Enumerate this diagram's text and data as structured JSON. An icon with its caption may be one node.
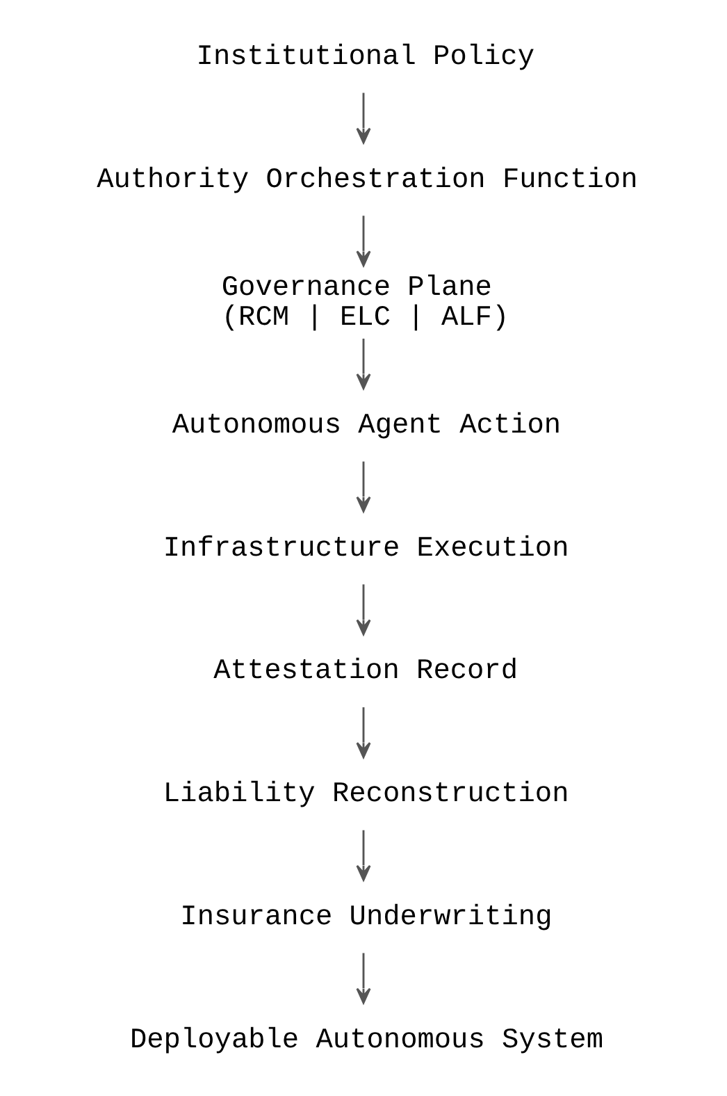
{
  "diagram": {
    "nodes": [
      {
        "text": [
          "Institutional Policy"
        ]
      },
      {
        "text": [
          "Authority Orchestration Function"
        ]
      },
      {
        "text": [
          "Governance Plane",
          "(RCM | ELC | ALF)"
        ]
      },
      {
        "text": [
          "Autonomous Agent Action"
        ]
      },
      {
        "text": [
          "Infrastructure Execution"
        ]
      },
      {
        "text": [
          "Attestation Record"
        ]
      },
      {
        "text": [
          "Liability Reconstruction"
        ]
      },
      {
        "text": [
          "Insurance Underwriting"
        ]
      },
      {
        "text": [
          "Deployable Autonomous System"
        ]
      }
    ],
    "edges": [
      {
        "from": 0,
        "to": 1,
        "arrow": "to"
      },
      {
        "from": 1,
        "to": 2,
        "arrow": "to"
      },
      {
        "from": 2,
        "to": 3,
        "arrow": "to"
      },
      {
        "from": 3,
        "to": 4,
        "arrow": "to"
      },
      {
        "from": 4,
        "to": 5,
        "arrow": "to"
      },
      {
        "from": 5,
        "to": 6,
        "arrow": "to"
      },
      {
        "from": 6,
        "to": 7,
        "arrow": "to"
      },
      {
        "from": 7,
        "to": 8,
        "arrow": "to"
      }
    ]
  }
}
